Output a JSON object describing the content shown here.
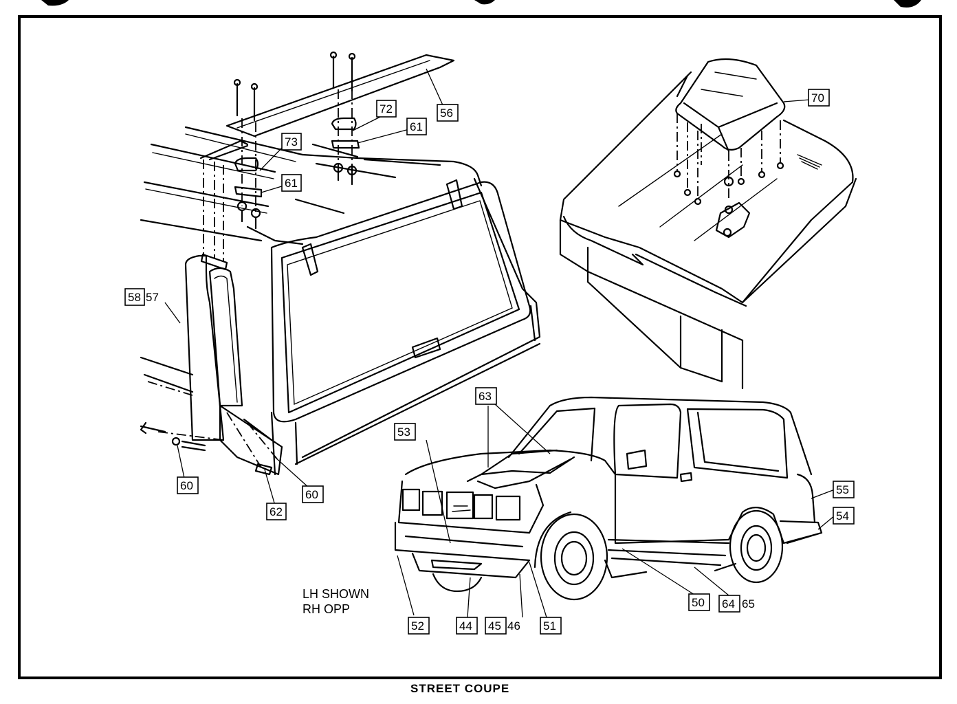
{
  "caption": "STREET COUPE",
  "note": {
    "line1": "LH SHOWN",
    "line2": "RH OPP"
  },
  "callouts": {
    "c44": "44",
    "c45": "45",
    "c46": "46",
    "c50": "50",
    "c51": "51",
    "c52": "52",
    "c53": "53",
    "c54": "54",
    "c55": "55",
    "c56": "56",
    "c57": "57",
    "c58": "58",
    "c60a": "60",
    "c60b": "60",
    "c61a": "61",
    "c61b": "61",
    "c62": "62",
    "c63": "63",
    "c64": "64",
    "c65": "65",
    "c70": "70",
    "c72": "72",
    "c73": "73"
  }
}
